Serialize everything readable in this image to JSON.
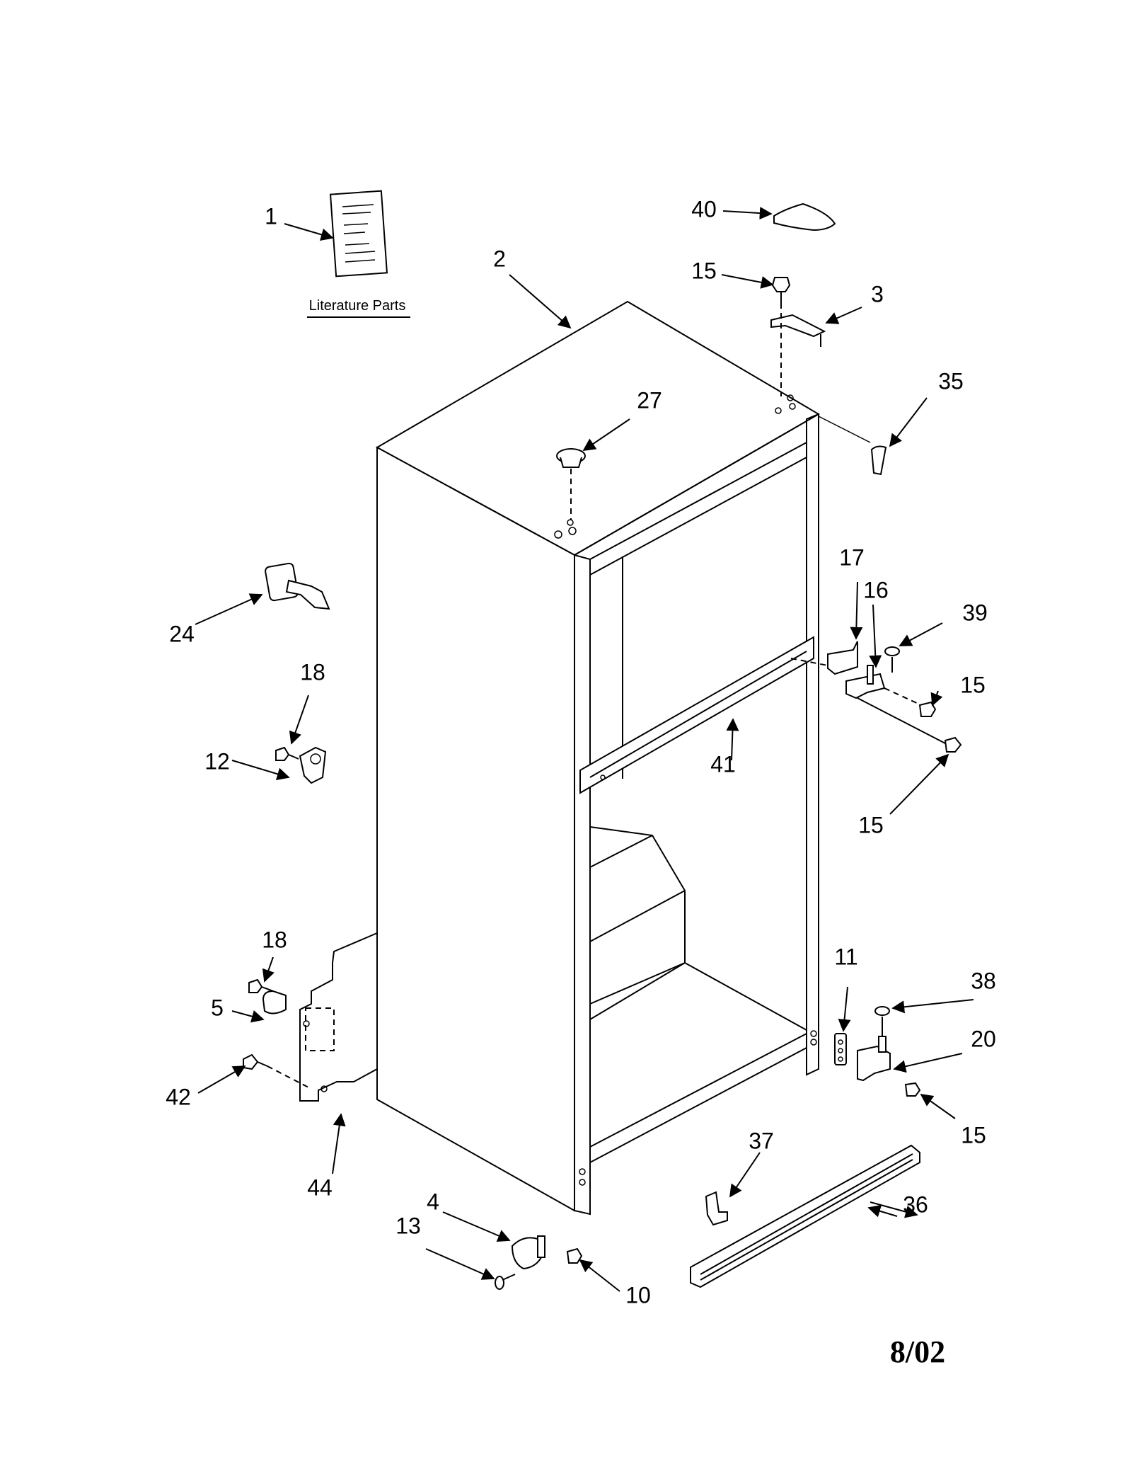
{
  "literature": {
    "label": "Literature Parts"
  },
  "date": "8/02",
  "callouts": [
    {
      "id": "c1",
      "text": "1"
    },
    {
      "id": "c2",
      "text": "2"
    },
    {
      "id": "c3",
      "text": "3"
    },
    {
      "id": "c4",
      "text": "4"
    },
    {
      "id": "c5",
      "text": "5"
    },
    {
      "id": "c10",
      "text": "10"
    },
    {
      "id": "c11",
      "text": "11"
    },
    {
      "id": "c12",
      "text": "12"
    },
    {
      "id": "c13",
      "text": "13"
    },
    {
      "id": "c15a",
      "text": "15"
    },
    {
      "id": "c15b",
      "text": "15"
    },
    {
      "id": "c15c",
      "text": "15"
    },
    {
      "id": "c15d",
      "text": "15"
    },
    {
      "id": "c16",
      "text": "16"
    },
    {
      "id": "c17",
      "text": "17"
    },
    {
      "id": "c18a",
      "text": "18"
    },
    {
      "id": "c18b",
      "text": "18"
    },
    {
      "id": "c20",
      "text": "20"
    },
    {
      "id": "c24",
      "text": "24"
    },
    {
      "id": "c27",
      "text": "27"
    },
    {
      "id": "c35",
      "text": "35"
    },
    {
      "id": "c36",
      "text": "36"
    },
    {
      "id": "c37",
      "text": "37"
    },
    {
      "id": "c38",
      "text": "38"
    },
    {
      "id": "c39",
      "text": "39"
    },
    {
      "id": "c40",
      "text": "40"
    },
    {
      "id": "c41",
      "text": "41"
    },
    {
      "id": "c42",
      "text": "42"
    },
    {
      "id": "c44",
      "text": "44"
    }
  ]
}
